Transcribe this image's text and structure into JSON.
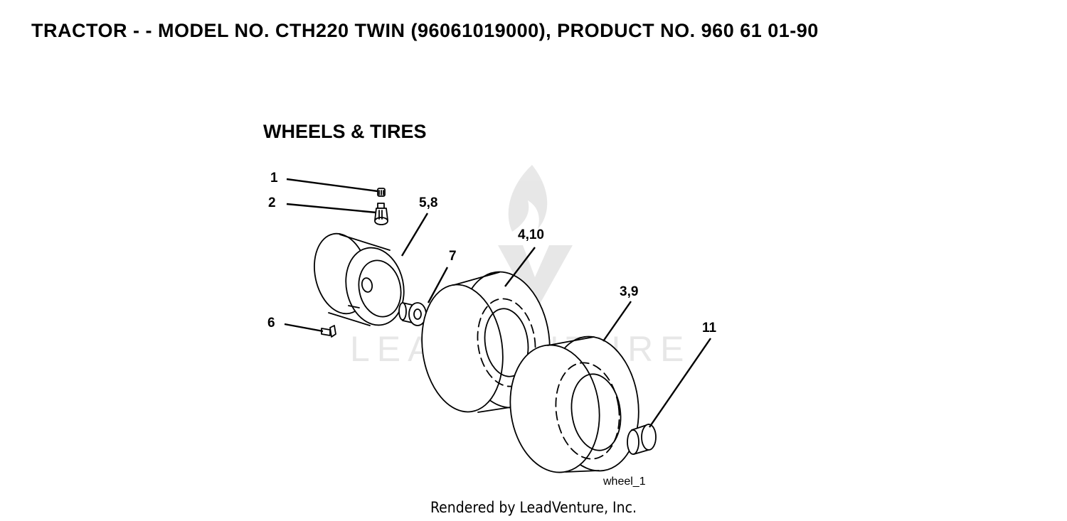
{
  "header": {
    "title": "TRACTOR - - MODEL NO. CTH220 TWIN  (96061019000), PRODUCT NO. 960 61 01-90"
  },
  "section": {
    "title": "WHEELS & TIRES"
  },
  "callouts": {
    "c1": "1",
    "c2": "2",
    "c58": "5,8",
    "c7": "7",
    "c410": "4,10",
    "c39": "3,9",
    "c6": "6",
    "c11": "11"
  },
  "figure_id": "wheel_1",
  "watermark": "LEADVENTURE",
  "footer": "Rendered by LeadVenture, Inc."
}
